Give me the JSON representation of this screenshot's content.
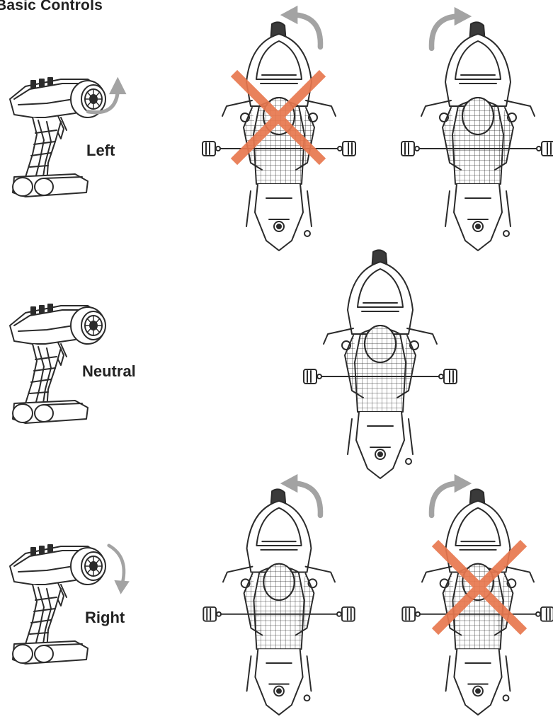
{
  "page": {
    "title": "Basic Controls"
  },
  "rows": [
    {
      "key": "left",
      "label": "Left"
    },
    {
      "key": "neutral",
      "label": "Neutral"
    },
    {
      "key": "right",
      "label": "Right"
    }
  ],
  "colors": {
    "line": "#2b2b2b",
    "arrow": "#a3a3a3",
    "wrong_mark": "#e8784f"
  },
  "icons": {
    "transmitter": "remote-transmitter-icon",
    "motorcycle": "motorcycle-top-view-icon",
    "turn_ccw": "arrow-counterclockwise-icon",
    "turn_cw": "arrow-clockwise-icon",
    "wrong": "x-cross-icon"
  }
}
